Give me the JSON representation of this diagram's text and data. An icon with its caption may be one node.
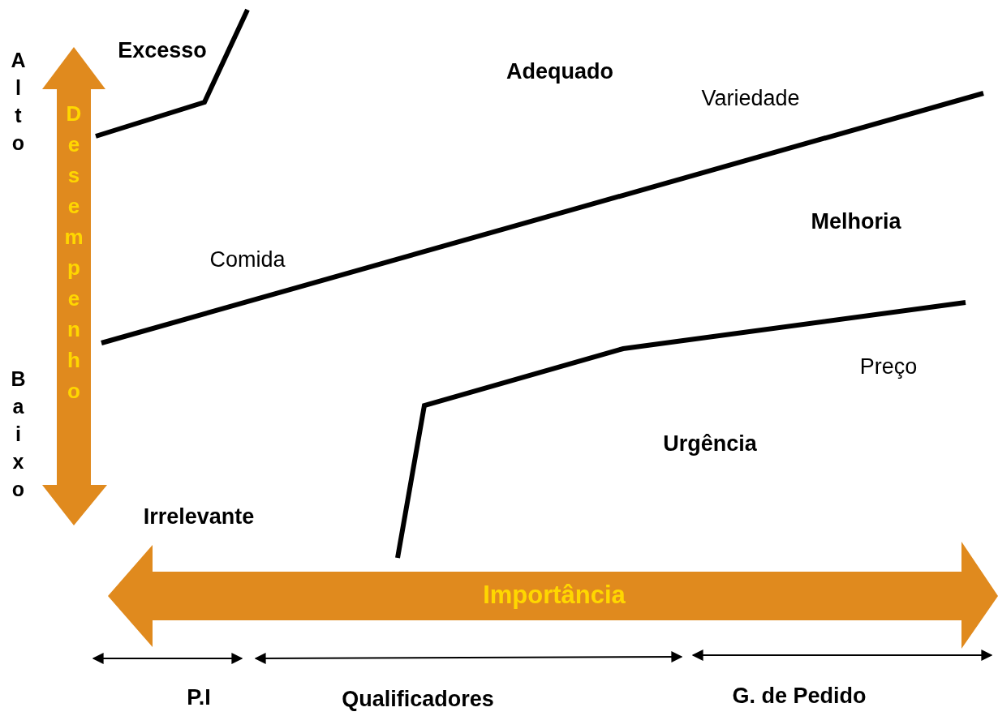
{
  "diagram": {
    "labels": [
      "Excesso",
      "Alto",
      "Desempenho",
      "Adequado",
      "Variedade",
      "Melhoria",
      "Comida",
      "Baixo",
      "Preço",
      "Urgência",
      "Irrelevante",
      "Importância",
      "P.I",
      "Qualificadores",
      "G. de Pedido"
    ]
  }
}
